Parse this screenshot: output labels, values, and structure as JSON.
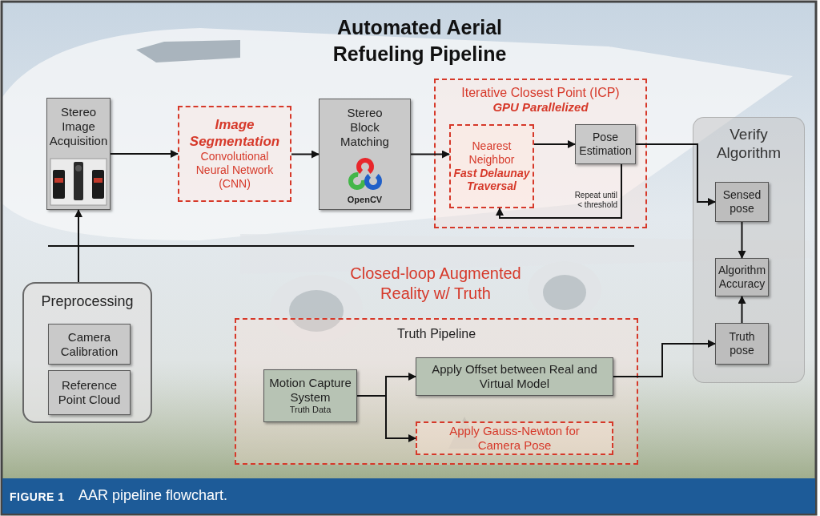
{
  "diagram": {
    "title": "Automated Aerial Refueling Pipeline",
    "caption": "AAR pipeline flowchart.",
    "nodes": [
      {
        "text": [
          "Stereo Image Acquisition"
        ]
      },
      {
        "text": [
          "Image Segmentation",
          "Convolutional Neural Network (CNN)"
        ]
      },
      {
        "text": [
          "Stereo Block Matching",
          "OpenCV"
        ]
      },
      {
        "text": [
          "Iterative Closest Point (ICP)",
          "GPU Parallelized"
        ]
      },
      {
        "text": [
          "Nearest Neighbor",
          "Fast Delaunay Traversal"
        ],
        "in": 3
      },
      {
        "text": [
          "Pose Estimation"
        ],
        "in": 3
      },
      {
        "text": [
          "Verify Algorithm"
        ]
      },
      {
        "text": [
          "Sensed pose"
        ],
        "in": 6
      },
      {
        "text": [
          "Algorithm Accuracy"
        ],
        "in": 6
      },
      {
        "text": [
          "Truth pose"
        ],
        "in": 6
      },
      {
        "text": [
          "Preprocessing"
        ]
      },
      {
        "text": [
          "Camera Calibration"
        ],
        "in": 10
      },
      {
        "text": [
          "Reference Point Cloud"
        ],
        "in": 10
      },
      {
        "text": [
          "Truth Pipeline"
        ]
      },
      {
        "text": [
          "Motion Capture System",
          "Truth Data"
        ],
        "in": 13
      },
      {
        "text": [
          "Apply Offset between Real and Virtual Model"
        ],
        "in": 13
      },
      {
        "text": [
          "Apply Gauss-Newton for Camera Pose"
        ],
        "in": 13
      }
    ],
    "edges": [
      {
        "from": 0,
        "to": 1,
        "arrow": "to"
      },
      {
        "from": 1,
        "to": 2,
        "arrow": "to"
      },
      {
        "from": 2,
        "to": 4,
        "arrow": "to"
      },
      {
        "from": 4,
        "to": 5,
        "arrow": "to"
      },
      {
        "from": 5,
        "to": 4,
        "label": "Repeat until < threshold",
        "arrow": "to"
      },
      {
        "from": 5,
        "to": 7,
        "arrow": "to"
      },
      {
        "from": 7,
        "to": 8,
        "arrow": "to"
      },
      {
        "from": 9,
        "to": 8,
        "arrow": "to"
      },
      {
        "from": 10,
        "to": 0,
        "arrow": "to"
      },
      {
        "from": 14,
        "to": 15,
        "arrow": "to"
      },
      {
        "from": 14,
        "to": 16,
        "arrow": "to"
      },
      {
        "from": 15,
        "to": 9,
        "arrow": "to"
      }
    ],
    "labels": [
      "Closed-loop Augmented Reality w/ Truth",
      "FIGURE 1"
    ]
  }
}
